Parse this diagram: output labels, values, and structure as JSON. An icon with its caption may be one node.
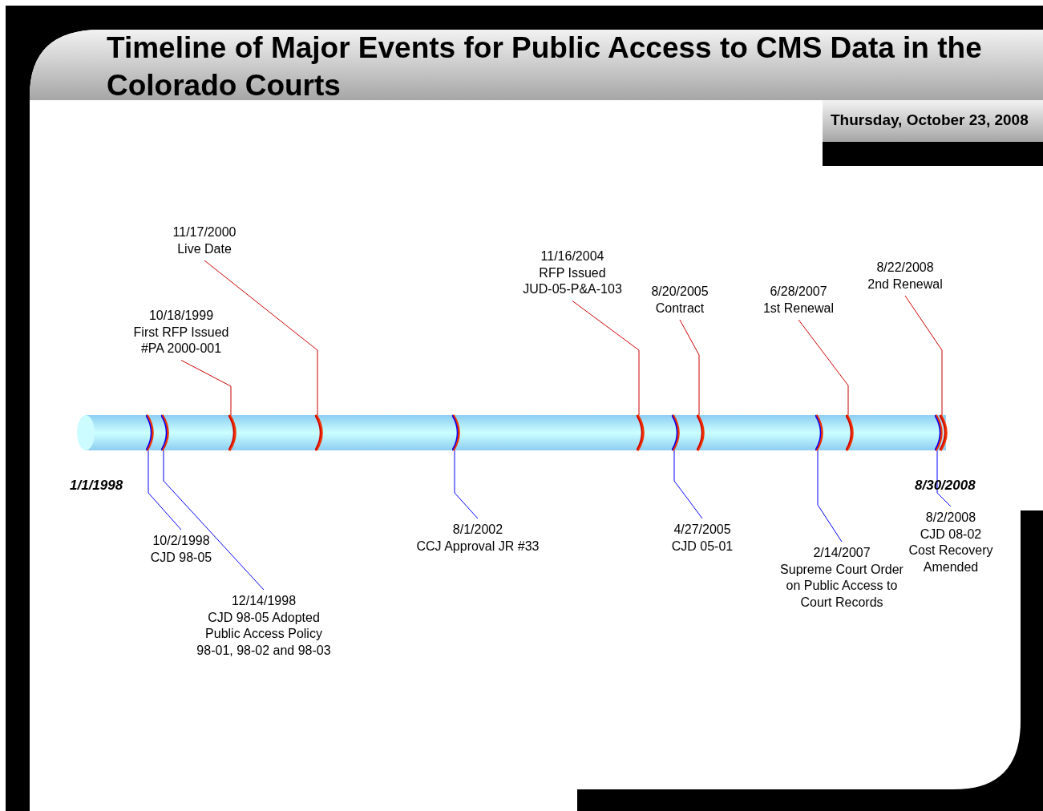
{
  "diagram": {
    "title": "Timeline of Major Events for Public Access to CMS Data in the Colorado Courts",
    "nodes": [
      {
        "text": [
          "11/17/2000",
          "Live Date"
        ]
      },
      {
        "text": [
          "10/18/1999",
          "First RFP Issued #PA 2000-001"
        ]
      },
      {
        "text": [
          "11/16/2004",
          "RFP Issued JUD-05-P&A-103"
        ]
      },
      {
        "text": [
          "8/20/2005",
          "Contract"
        ]
      },
      {
        "text": [
          "6/28/2007",
          "1st Renewal"
        ]
      },
      {
        "text": [
          "8/22/2008",
          "2nd Renewal"
        ]
      },
      {
        "text": [
          "10/2/1998",
          "CJD 98-05"
        ]
      },
      {
        "text": [
          "12/14/1998",
          "CJD 98-05 Adopted Public Access Policy 98-01, 98-02 and 98-03"
        ]
      },
      {
        "text": [
          "8/1/2002",
          "CCJ Approval JR #33"
        ]
      },
      {
        "text": [
          "4/27/2005",
          "CJD 05-01"
        ]
      },
      {
        "text": [
          "2/14/2007",
          "Supreme Court Order on Public Access to Court Records"
        ]
      },
      {
        "text": [
          "8/2/2008",
          "CJD 08-02 Cost Recovery Amended"
        ]
      },
      {
        "text": [],
        "shape": "arc"
      },
      {
        "text": [],
        "shape": "arc"
      },
      {
        "text": [],
        "shape": "arc"
      },
      {
        "text": [],
        "shape": "arc"
      },
      {
        "text": [],
        "shape": "arc"
      },
      {
        "text": [],
        "shape": "arc"
      },
      {
        "text": [],
        "shape": "arc"
      },
      {
        "text": [],
        "shape": "arc"
      },
      {
        "text": [],
        "shape": "arc"
      },
      {
        "text": [],
        "shape": "arc"
      },
      {
        "text": [],
        "shape": "arc"
      },
      {
        "text": [],
        "shape": "arc"
      }
    ],
    "edges": [
      {
        "from": 0,
        "to": 15,
        "arrow": "none",
        "color": "#cc0000"
      },
      {
        "from": 1,
        "to": 14,
        "arrow": "none",
        "color": "#cc0000"
      },
      {
        "from": 2,
        "to": 17,
        "arrow": "none",
        "color": "#cc0000"
      },
      {
        "from": 3,
        "to": 19,
        "arrow": "none",
        "color": "#cc0000"
      },
      {
        "from": 4,
        "to": 21,
        "arrow": "none",
        "color": "#cc0000"
      },
      {
        "from": 5,
        "to": 23,
        "arrow": "none",
        "color": "#cc0000"
      },
      {
        "from": 6,
        "to": 12,
        "arrow": "none",
        "color": "#0000ff"
      },
      {
        "from": 7,
        "to": 13,
        "arrow": "none",
        "color": "#0000ff"
      },
      {
        "from": 8,
        "to": 16,
        "arrow": "none",
        "color": "#0000ff"
      },
      {
        "from": 9,
        "to": 18,
        "arrow": "none",
        "color": "#0000ff"
      },
      {
        "from": 10,
        "to": 20,
        "arrow": "none",
        "color": "#0000ff"
      },
      {
        "from": 11,
        "to": 22,
        "arrow": "none",
        "color": "#0000ff"
      }
    ],
    "labels": [
      "Thursday, October 23, 2008",
      "1/1/1998",
      "8/30/2008"
    ]
  }
}
